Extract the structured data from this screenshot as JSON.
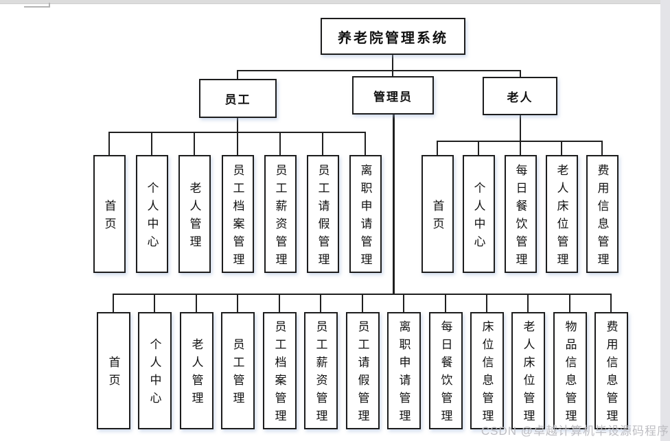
{
  "page": {
    "watermark": "CSDN @卓越计算机毕设源码程序"
  },
  "chart": {
    "type": "org-diagram",
    "root": {
      "label": "养老院管理系统"
    },
    "branches": [
      {
        "id": "employee",
        "label": "员工",
        "children": [
          "首页",
          "个人中心",
          "老人管理",
          "员工档案管理",
          "员工薪资管理",
          "员工请假管理",
          "离职申请管理"
        ]
      },
      {
        "id": "admin",
        "label": "管理员",
        "children": [
          "首页",
          "个人中心",
          "老人管理",
          "员工管理",
          "员工档案管理",
          "员工薪资管理",
          "员工请假管理",
          "离职申请管理",
          "每日餐饮管理",
          "床位信息管理",
          "老人床位管理",
          "物品信息管理",
          "费用信息管理"
        ]
      },
      {
        "id": "elder",
        "label": "老人",
        "children": [
          "首页",
          "个人中心",
          "每日餐饮管理",
          "老人床位管理",
          "费用信息管理"
        ]
      }
    ],
    "colors": {
      "line": "#1f1f1f",
      "box_border": "#1c1c1c",
      "box_bg": "#ffffff",
      "text": "#111111",
      "watermark": "#bdbdc2",
      "chrome_strip": "#dcdcdc"
    }
  }
}
